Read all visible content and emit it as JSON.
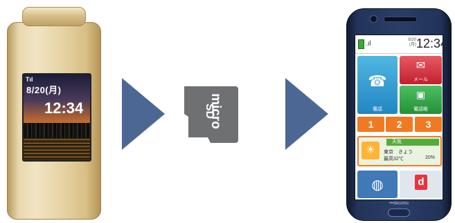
{
  "flip_phone": {
    "status": "Tıl",
    "date": "8/20(月)",
    "time": "12:34"
  },
  "microsd": {
    "logo_text": "micro"
  },
  "smartphone": {
    "status": {
      "date_line1": "8/20",
      "date_line2": "(月)",
      "time": "12:34"
    },
    "tiles": {
      "phone": "電話",
      "mail": "メール",
      "contacts": "電話帳"
    },
    "speed_dial": [
      "1",
      "2",
      "3"
    ],
    "weather": {
      "header": "天気",
      "line1": "東京　きょう",
      "line2": "最高32℃",
      "percent": "20%"
    },
    "brand": "docomo"
  },
  "colors": {
    "arrow": "#4d6795",
    "phone_tile": "#2286c2",
    "mail_tile": "#c3202e",
    "contacts_tile": "#249036",
    "speed_dial": "#f07a22"
  }
}
